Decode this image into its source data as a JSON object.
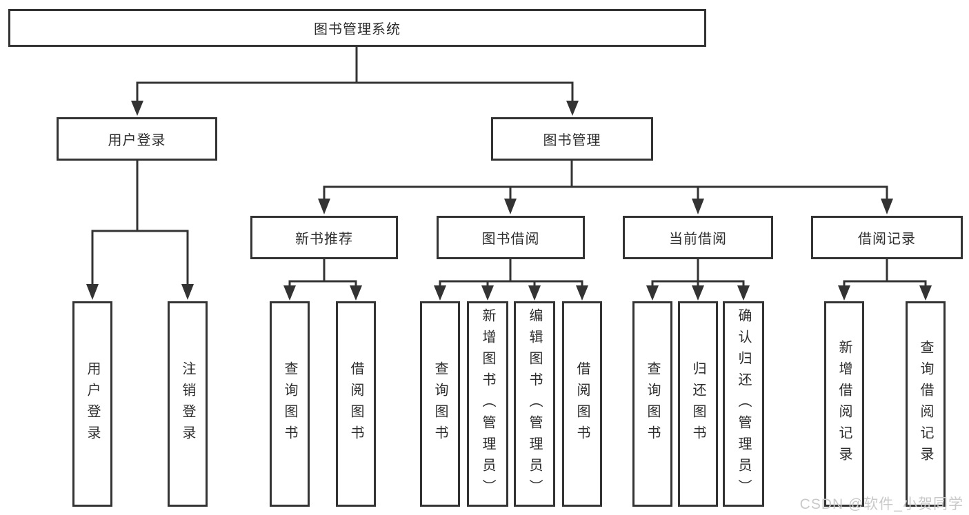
{
  "diagram": {
    "title": "图书管理系统",
    "line_color": "#333333",
    "box_border_color": "#333333",
    "box_background_color": "#ffffff",
    "text_color": "#2d2d2d",
    "nodes": {
      "root": {
        "label": "图书管理系统"
      },
      "user_login": {
        "label": "用户登录"
      },
      "book_mgmt": {
        "label": "图书管理"
      },
      "new_book_rec": {
        "label": "新书推荐"
      },
      "book_borrow": {
        "label": "图书借阅"
      },
      "current_borrow": {
        "label": "当前借阅"
      },
      "borrow_records": {
        "label": "借阅记录"
      },
      "leaf_user_login": {
        "label": "用户登录"
      },
      "leaf_logout": {
        "label": "注销登录"
      },
      "leaf_query_book_1": {
        "label": "查询图书"
      },
      "leaf_borrow_book_1": {
        "label": "借阅图书"
      },
      "leaf_query_book_2": {
        "label": "查询图书"
      },
      "leaf_add_book": {
        "label": "新增图书（管理员）"
      },
      "leaf_edit_book": {
        "label": "编辑图书（管理员）"
      },
      "leaf_borrow_book_2": {
        "label": "借阅图书"
      },
      "leaf_query_book_3": {
        "label": "查询图书"
      },
      "leaf_return_book": {
        "label": "归还图书"
      },
      "leaf_confirm_return": {
        "label": "确认归还（管理员）"
      },
      "leaf_add_borrow_record": {
        "label": "新增借阅记录"
      },
      "leaf_query_borrow_record": {
        "label": "查询借阅记录"
      }
    }
  },
  "watermark": {
    "text": "CSDN @软件_小贺同学",
    "color": "#c9c9c9"
  }
}
